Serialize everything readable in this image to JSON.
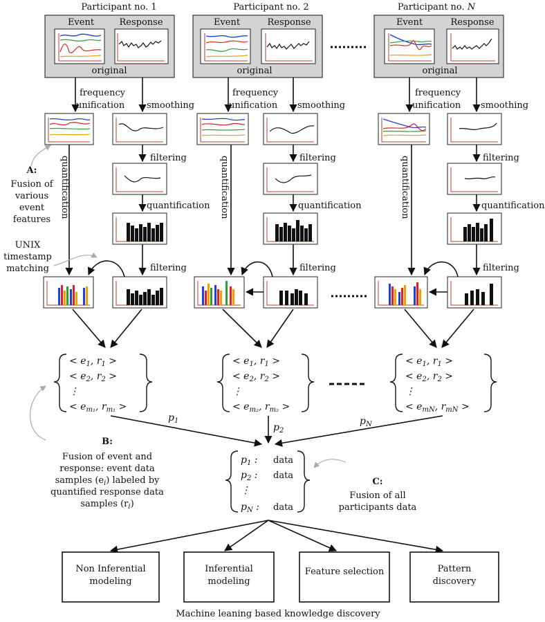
{
  "participants": [
    {
      "title_prefix": "Participant no. ",
      "title_num": "1"
    },
    {
      "title_prefix": "Participant no. ",
      "title_num": "2"
    },
    {
      "title_prefix": "Participant no. ",
      "title_num": "N"
    }
  ],
  "labels": {
    "event": "Event",
    "response": "Response",
    "original": "original",
    "frequency": "frequency",
    "unification": "unification",
    "smoothing": "smoothing",
    "filtering": "filtering",
    "quantification": "quantification",
    "unix1": "UNIX",
    "unix2": "timestamp",
    "unix3": "matching",
    "p1": "p",
    "p1_sub": "1",
    "p2": "p",
    "p2_sub": "2",
    "pN": "p",
    "pN_sub": "N"
  },
  "annotations": {
    "A": {
      "head": "A:",
      "lines": [
        "Fusion of",
        "various",
        "event",
        "features"
      ]
    },
    "B": {
      "head": "B:",
      "lines": [
        "Fusion of event and",
        "response: event data",
        "samples (e",
        "quantified response data",
        "samples (r"
      ]
    },
    "C": {
      "head": "C:",
      "lines": [
        "Fusion of all",
        "participants data"
      ]
    }
  },
  "pairs": {
    "row1": "< e1, r1 >",
    "row2": "< e2, r2 >",
    "dots": "⋮",
    "last": [
      "< em1, rm1 >",
      "< em2, rm2 >",
      "< emN, rmN >"
    ]
  },
  "pdata": {
    "rows": [
      {
        "key": "p1 :",
        "val": "data"
      },
      {
        "key": "p2 :",
        "val": "data"
      },
      {
        "key": "pN :",
        "val": "data"
      }
    ],
    "dots": "⋮"
  },
  "outputs": [
    {
      "line1": "Non Inferential",
      "line2": "modeling"
    },
    {
      "line1": "Inferential",
      "line2": "modeling"
    },
    {
      "line1": "Feature selection",
      "line2": ""
    },
    {
      "line1": "Pattern",
      "line2": "discovery"
    }
  ],
  "footer": "Machine leaning based knowledge discovery",
  "colors": {
    "grey_panel": "#d3d3d3",
    "series": [
      "#1f3fd6",
      "#2e9e3f",
      "#e0211f",
      "#f0a000"
    ],
    "axis": "#c0392b"
  }
}
